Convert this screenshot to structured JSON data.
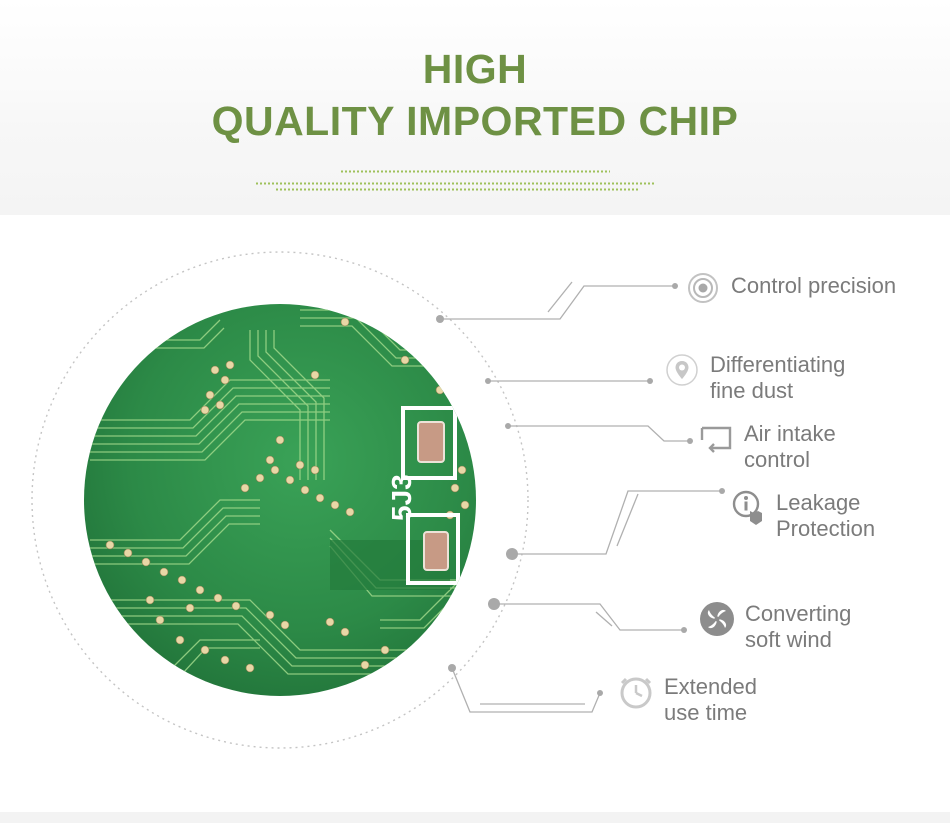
{
  "header": {
    "title_line1": "HIGH",
    "title_line2": "QUALITY IMPORTED CHIP"
  },
  "chip": {
    "marking": "5J3"
  },
  "features": [
    {
      "icon": "target-icon",
      "line1": "Control precision",
      "line2": ""
    },
    {
      "icon": "location-pin-icon",
      "line1": "Differentiating",
      "line2": "fine dust"
    },
    {
      "icon": "air-intake-icon",
      "line1": "Air intake",
      "line2": "control"
    },
    {
      "icon": "leakage-protection-icon",
      "line1": "Leakage",
      "line2": "Protection"
    },
    {
      "icon": "fan-swirl-icon",
      "line1": "Converting",
      "line2": "soft wind"
    },
    {
      "icon": "clock-icon",
      "line1": "Extended",
      "line2": "use time"
    }
  ],
  "colors": {
    "title_green": "#6e9144",
    "dot_green": "#9ec15b",
    "pcb_green": "#2f8f4a",
    "label_gray": "#7b7b7b",
    "line_gray": "#b0b0b0"
  }
}
